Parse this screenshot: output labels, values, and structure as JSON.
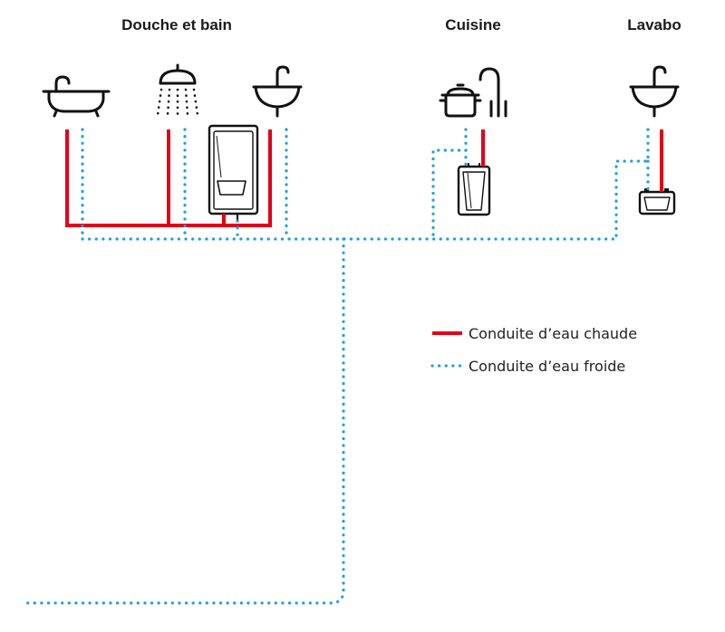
{
  "groups": {
    "douche_et_bain": "Douche et bain",
    "cuisine": "Cuisine",
    "lavabo": "Lavabo"
  },
  "legend": {
    "hot_label": "Conduite d’eau chaude",
    "cold_label": "Conduite d’eau froide"
  },
  "colors": {
    "hot_water": "#e2001a",
    "cold_water": "#1fa0d8",
    "icons": "#111111"
  },
  "icons": [
    "bathtub-icon",
    "shower-icon",
    "washbasin-icon",
    "cooking-pot-icon",
    "kitchen-faucet-icon",
    "washbasin-icon"
  ]
}
